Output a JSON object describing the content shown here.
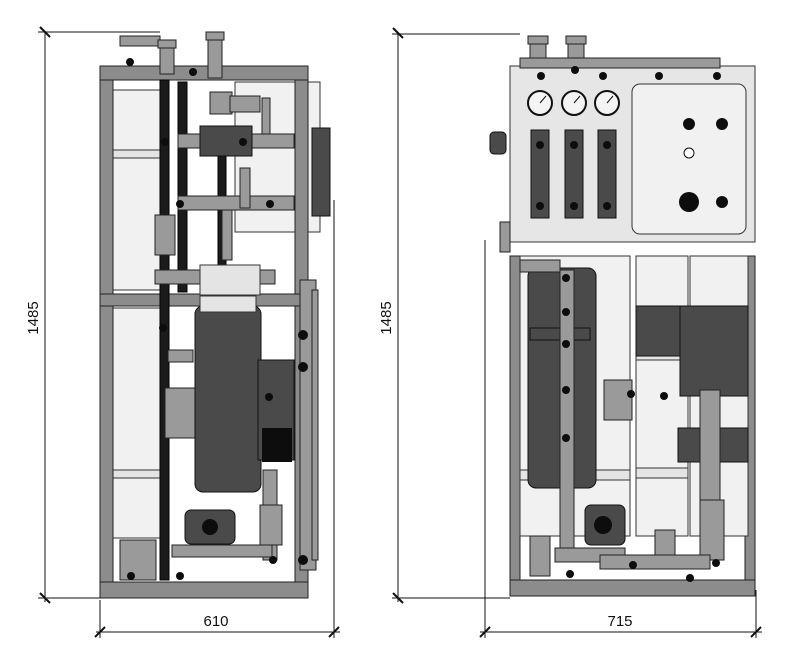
{
  "side_view": {
    "height_label": "1485",
    "width_label": "610"
  },
  "front_view": {
    "height_label": "1485",
    "width_label": "715"
  },
  "colors": {
    "frame": "#8c8c8c",
    "vessel": "#f1f1f1",
    "pipe_dark": "#1b1b1b",
    "panel": "#e6e6e6",
    "dimension_line": "#111111"
  }
}
